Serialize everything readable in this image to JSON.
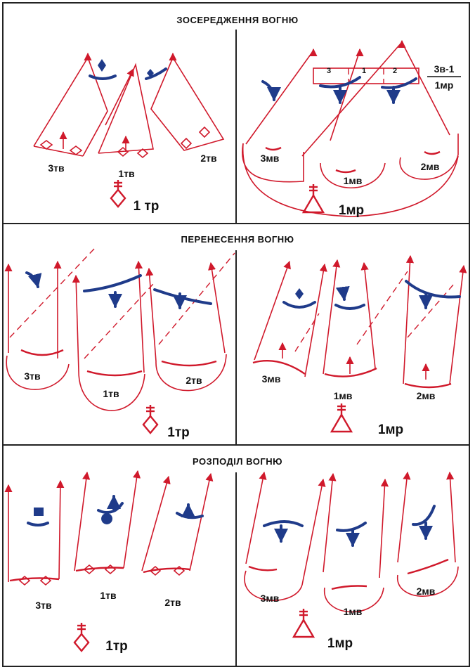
{
  "colors": {
    "ink": "#111111",
    "fire": "#d0192b",
    "command": "#1f3b8a",
    "frame": "#222222"
  },
  "sections": [
    {
      "title": "ЗОСЕРЕДЖЕННЯ ВОГНЮ",
      "left": {
        "units": [
          "3тв",
          "1тв",
          "2тв"
        ],
        "command": "1 тр"
      },
      "right": {
        "units": [
          "3мв",
          "1мв",
          "2мв"
        ],
        "command": "1мр",
        "fraction_num": "3в-1",
        "fraction_den": "1мр",
        "sectors": [
          "3",
          "1",
          "2"
        ]
      }
    },
    {
      "title": "ПЕРЕНЕСЕННЯ ВОГНЮ",
      "left": {
        "units": [
          "3тв",
          "1тв",
          "2тв"
        ],
        "command": "1тр"
      },
      "right": {
        "units": [
          "3мв",
          "1мв",
          "2мв"
        ],
        "command": "1мр"
      }
    },
    {
      "title": "РОЗПОДІЛ ВОГНЮ",
      "left": {
        "units": [
          "3тв",
          "1тв",
          "2тв"
        ],
        "command": "1тр"
      },
      "right": {
        "units": [
          "3мв",
          "1мв",
          "2мв"
        ],
        "command": "1мр"
      }
    }
  ]
}
